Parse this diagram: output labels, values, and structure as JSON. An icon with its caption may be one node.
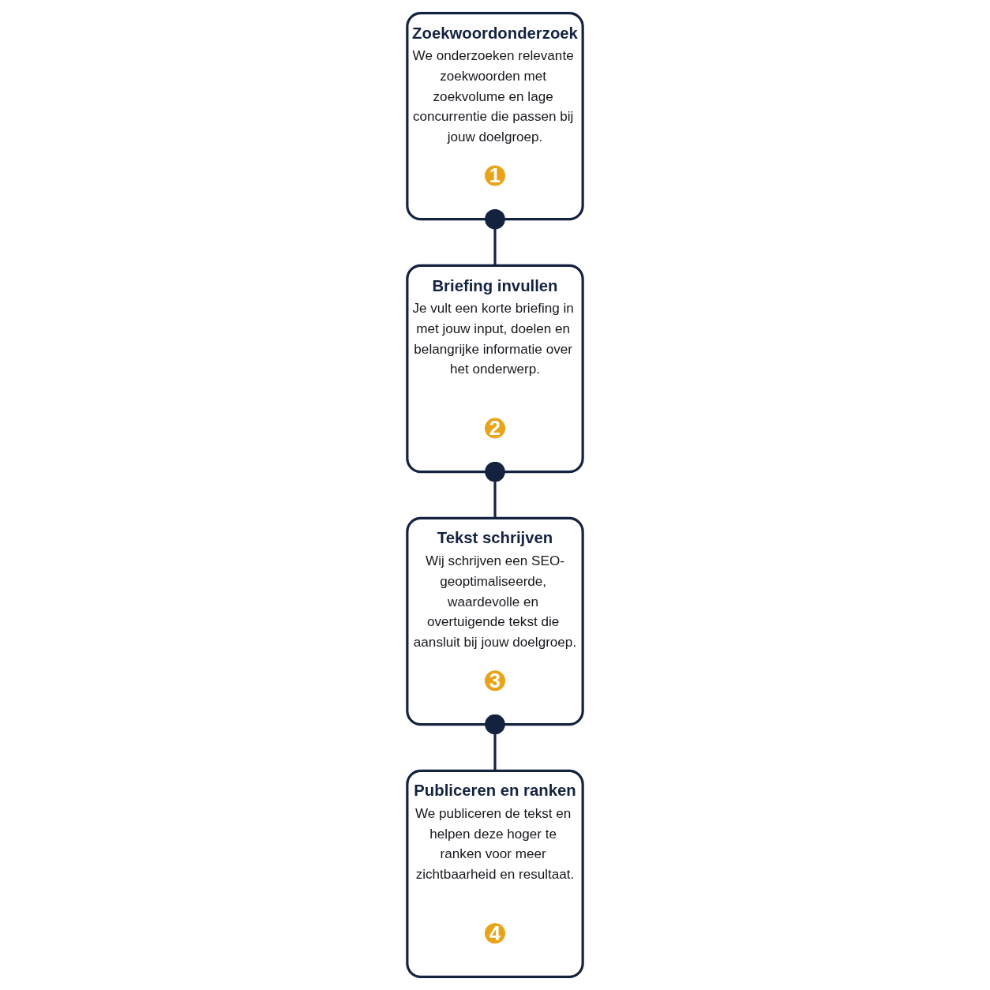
{
  "diagram": {
    "nodes": [
      {
        "text": [
          "Zoekwoordonderzoek",
          "We onderzoeken relevante zoekwoorden met zoekvolume en lage concurrentie die passen bij jouw doelgroep."
        ]
      },
      {
        "text": [
          "1"
        ],
        "in": 0
      },
      {
        "text": [
          "Briefing invullen",
          "Je vult een korte briefing in met jouw input, doelen en belangrijke informatie over het onderwerp."
        ]
      },
      {
        "text": [
          "2"
        ],
        "in": 2
      },
      {
        "text": [
          "Tekst schrijven",
          "Wij schrijven een SEO-geoptimaliseerde, waardevolle en overtuigende tekst die aansluit bij jouw doelgroep."
        ]
      },
      {
        "text": [
          "3"
        ],
        "in": 4
      },
      {
        "text": [
          "Publiceren en ranken",
          "We publiceren de tekst en helpen deze hoger te ranken voor meer zichtbaarheid en resultaat."
        ]
      },
      {
        "text": [
          "4"
        ],
        "in": 6
      }
    ],
    "edges": [
      {
        "from": 0,
        "to": 2,
        "arrow": "other"
      },
      {
        "from": 2,
        "to": 4,
        "arrow": "other"
      },
      {
        "from": 4,
        "to": 6,
        "arrow": "other"
      }
    ]
  }
}
